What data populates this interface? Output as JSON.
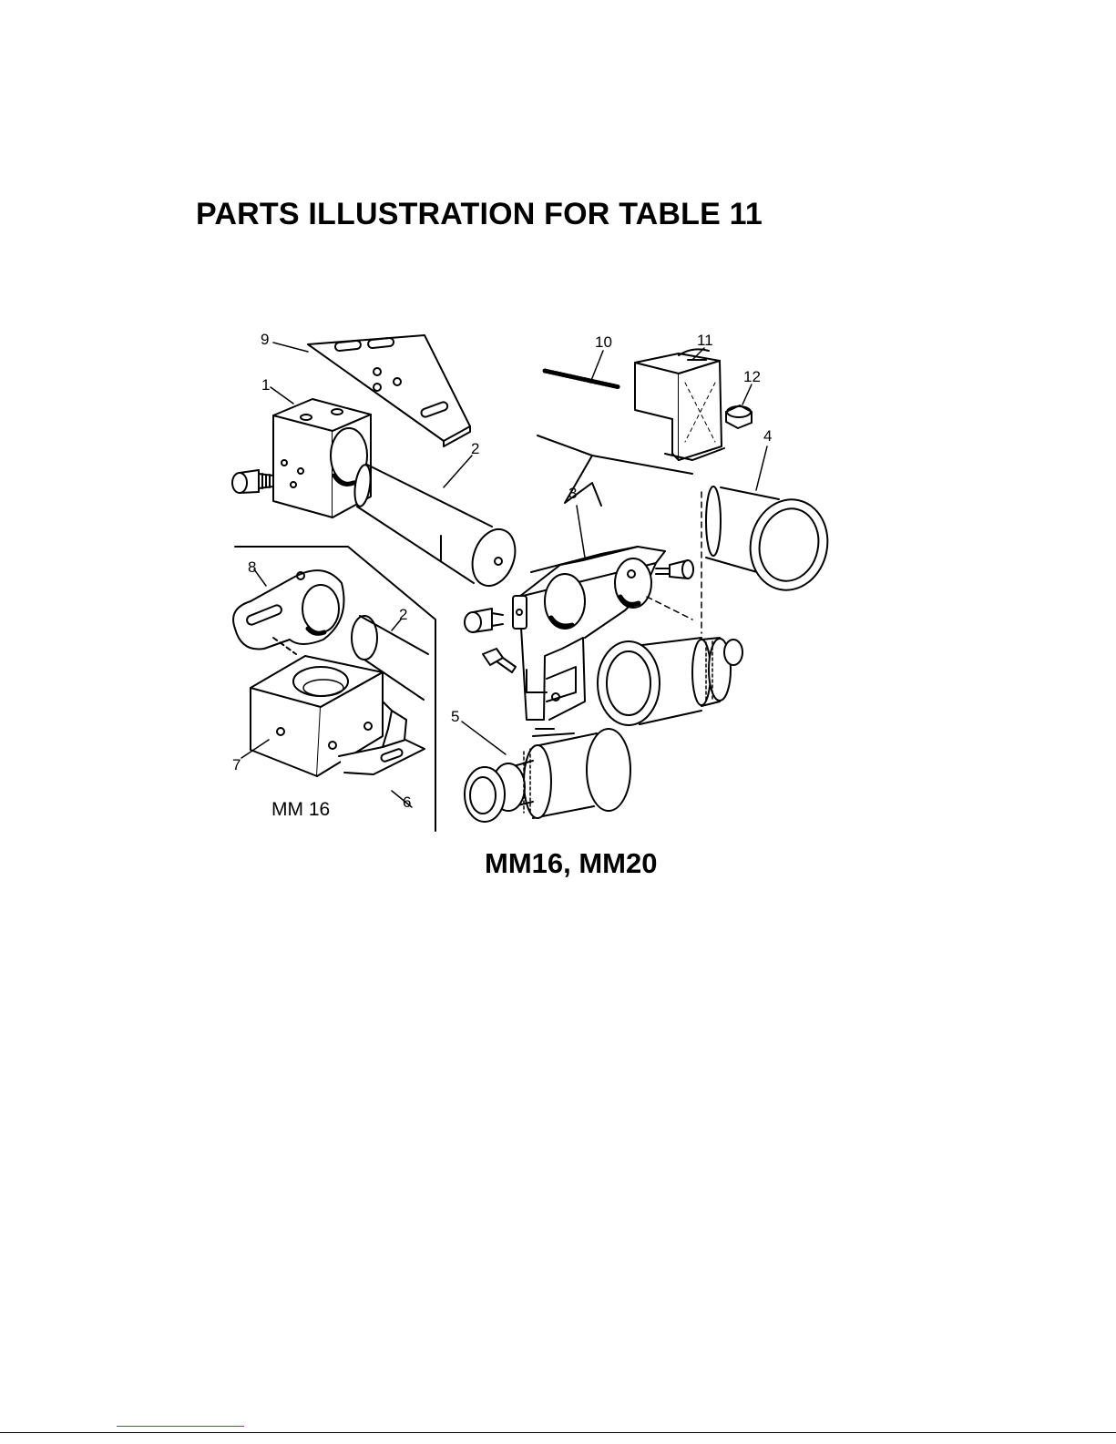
{
  "title": "PARTS ILLUSTRATION FOR TABLE 11",
  "callouts": {
    "c1": "1",
    "c2": "2",
    "c2b": "2",
    "c3": "3",
    "c4": "4",
    "c5": "5",
    "c6": "6",
    "c7": "7",
    "c8": "8",
    "c9": "9",
    "c10": "10",
    "c11": "11",
    "c12": "12"
  },
  "inset_label": "MM 16",
  "model_caption": "MM16, MM20"
}
